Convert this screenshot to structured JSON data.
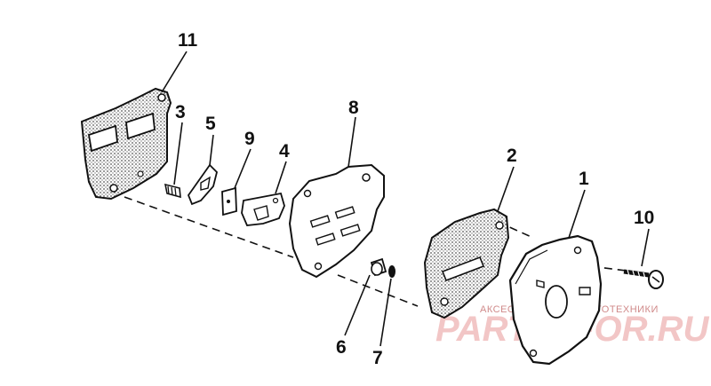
{
  "callouts": [
    "11",
    "3",
    "5",
    "9",
    "4",
    "8",
    "6",
    "7",
    "2",
    "1",
    "10"
  ],
  "watermark": {
    "small": "АКСЕССУАРЫ ДЛЯ МОТОТЕХНИКИ",
    "big": "PARTS4FOR.RU"
  },
  "colors": {
    "ink": "#111111",
    "stipple": "#888888",
    "watermark": "#e8a8a8"
  }
}
